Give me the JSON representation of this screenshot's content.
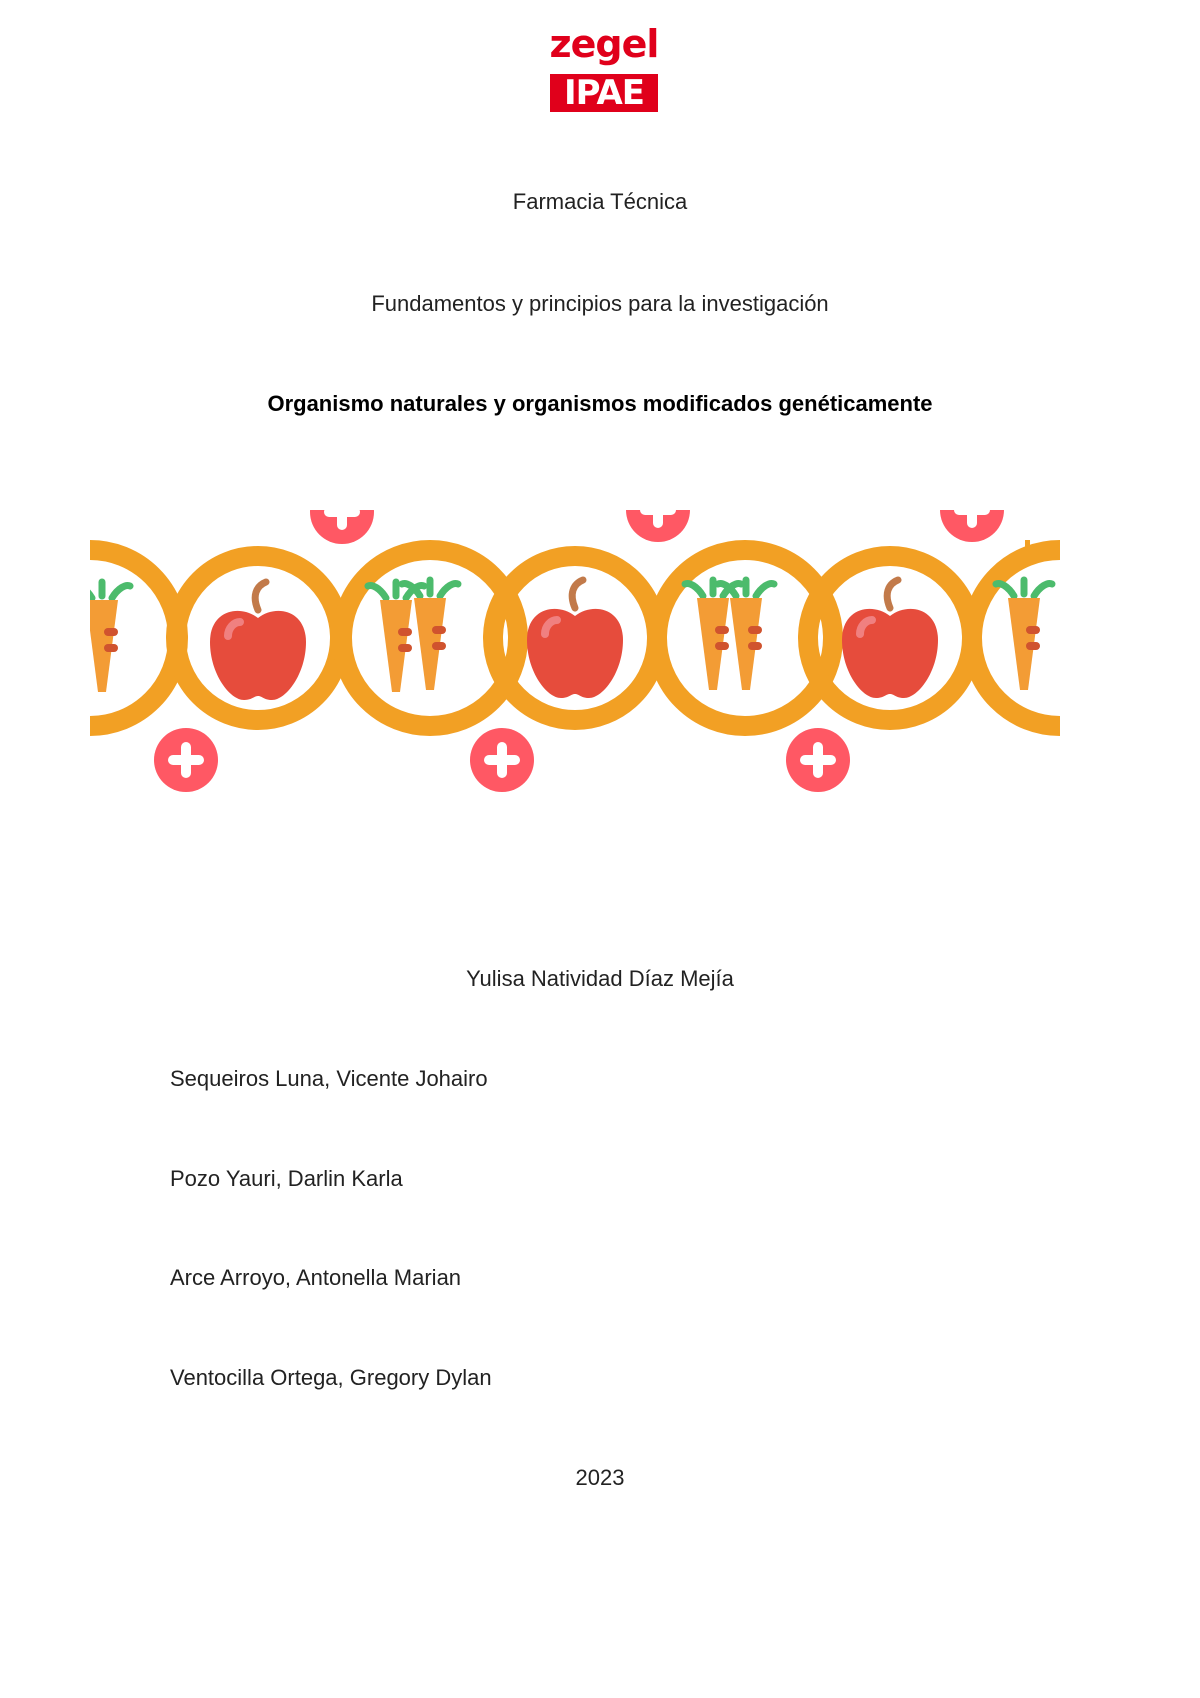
{
  "logo": {
    "top": "zegel",
    "bottom": "IPAE",
    "color": "#e0001b"
  },
  "career": "Farmacia Técnica",
  "course": "Fundamentos y principios para la investigación",
  "title": "Organismo naturales y organismos modificados genéticamente",
  "illustration": {
    "icon": "apple-carrot-chain-illustration",
    "colors": {
      "ring": "#f2a024",
      "apple": "#e64c3c",
      "carrot": "#f39c35",
      "leaf": "#4cbb6c",
      "plus_badge": "#ff5864"
    }
  },
  "teacher": "Yulisa Natividad Díaz Mejía",
  "authors": [
    "Sequeiros Luna, Vicente Johairo",
    "Pozo Yauri, Darlin Karla",
    " Arce Arroyo, Antonella Marian",
    " Ventocilla Ortega, Gregory Dylan"
  ],
  "year": "2023"
}
